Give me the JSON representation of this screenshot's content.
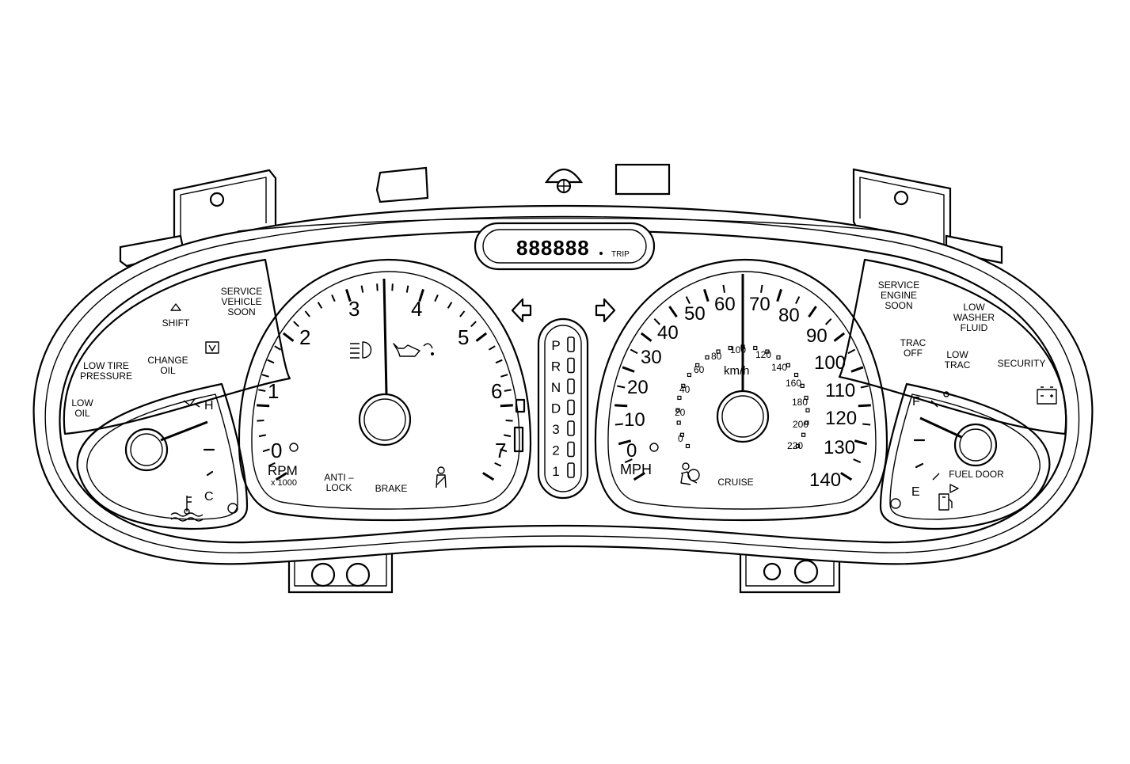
{
  "odometer": {
    "digits": "888888",
    "label": "TRIP"
  },
  "tachometer": {
    "numbers": [
      "0",
      "1",
      "2",
      "3",
      "4",
      "5",
      "6",
      "7"
    ],
    "unit": "RPM",
    "multiplier": "x 1000"
  },
  "speedometer": {
    "mph_numbers": [
      "0",
      "10",
      "20",
      "30",
      "40",
      "50",
      "60",
      "70",
      "80",
      "90",
      "100",
      "110",
      "120",
      "130",
      "140"
    ],
    "kmh_numbers": [
      "0",
      "20",
      "40",
      "60",
      "80",
      "100",
      "120",
      "140",
      "160",
      "180",
      "200",
      "220"
    ],
    "mph_unit": "MPH",
    "kmh_unit": "km/h"
  },
  "prndl": [
    "P",
    "R",
    "N",
    "D",
    "3",
    "2",
    "1"
  ],
  "temp_gauge": {
    "hot": "H",
    "cold": "C"
  },
  "fuel_gauge": {
    "full": "F",
    "empty": "E"
  },
  "left_warnings": {
    "service_vehicle_soon": [
      "SERVICE",
      "VEHICLE",
      "SOON"
    ],
    "shift": "SHIFT",
    "change_oil": [
      "CHANGE",
      "OIL"
    ],
    "low_tire_pressure": [
      "LOW TIRE",
      "PRESSURE"
    ],
    "low_oil": [
      "LOW",
      "OIL"
    ]
  },
  "right_warnings": {
    "service_engine_soon": [
      "SERVICE",
      "ENGINE",
      "SOON"
    ],
    "low_washer_fluid": [
      "LOW",
      "WASHER",
      "FLUID"
    ],
    "trac_off": [
      "TRAC",
      "OFF"
    ],
    "low_trac": [
      "LOW",
      "TRAC"
    ],
    "security": "SECURITY",
    "fuel_door": "FUEL DOOR"
  },
  "tach_indicators": {
    "anti_lock": [
      "ANTI –",
      "LOCK"
    ],
    "brake": "BRAKE"
  },
  "speedo_indicators": {
    "cruise": "CRUISE"
  },
  "icons": {
    "headlamp": "high-beam-icon",
    "oil": "oil-can-icon",
    "seatbelt": "seatbelt-icon",
    "airbag": "airbag-icon",
    "battery": "battery-icon",
    "fuel_pump": "fuel-pump-icon",
    "coolant": "coolant-temp-icon",
    "turn_left": "turn-left-arrow-icon",
    "turn_right": "turn-right-arrow-icon",
    "trunk": "trunk-open-icon",
    "shift": "shift-arrow-icon"
  }
}
